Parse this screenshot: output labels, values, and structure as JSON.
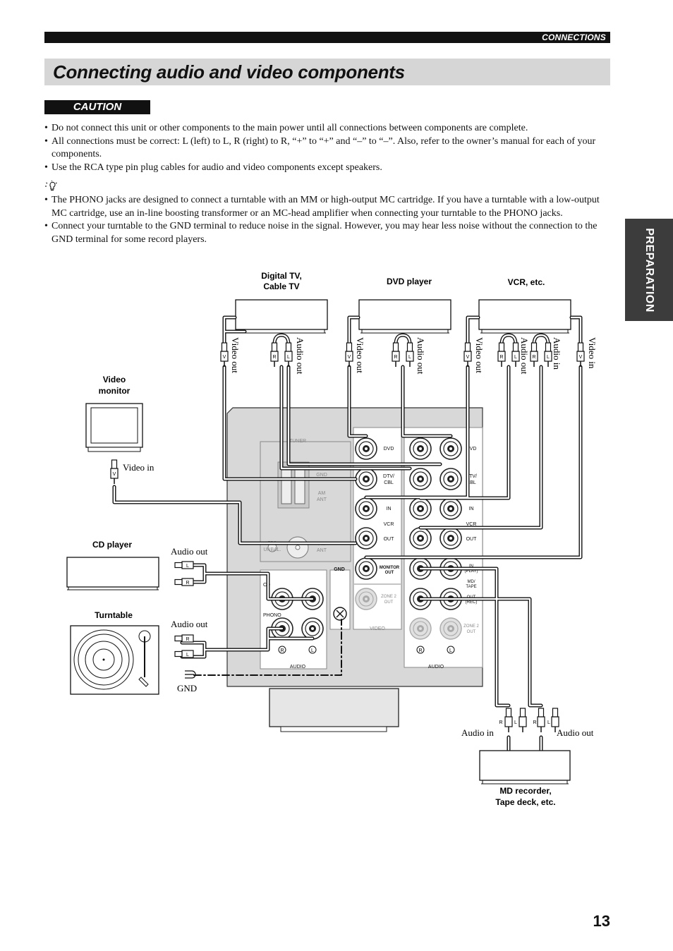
{
  "header": {
    "section": "CONNECTIONS"
  },
  "title": "Connecting audio and video components",
  "caution": {
    "label": "CAUTION",
    "items": [
      "Do not connect this unit or other components to the main power until all connections between components are complete.",
      "All connections must be correct: L (left) to L, R (right) to R, “+” to “+” and “–” to “–”. Also, refer to the owner’s manual for each of your components.",
      "Use the RCA type pin plug cables for audio and video components except speakers."
    ]
  },
  "tip": {
    "icon": "lightbulb-icon",
    "items": [
      "The PHONO jacks are designed to connect a turntable with an MM or high-output MC cartridge. If you have a turntable with a low-output MC cartridge, use an in-line boosting transformer or an MC-head amplifier when connecting your turntable to the PHONO jacks.",
      "Connect your turntable to the GND terminal to reduce noise in the signal. However, you may hear less noise without the connection to the GND terminal for some record players."
    ]
  },
  "side_tab": "PREPARATION",
  "page_number": "13",
  "diagram": {
    "components": {
      "digital_tv": [
        "Digital TV,",
        "Cable TV"
      ],
      "dvd": "DVD player",
      "vcr": "VCR, etc.",
      "video_monitor": [
        "Video",
        "monitor"
      ],
      "cd": "CD player",
      "turntable": "Turntable",
      "md": [
        "MD recorder,",
        "Tape deck, etc."
      ]
    },
    "cable_labels": {
      "video_out": "Video out",
      "audio_out": "Audio out",
      "audio_in": "Audio in",
      "video_in": "Video in",
      "gnd": "GND"
    },
    "plug_letters": {
      "video": "V",
      "right": "R",
      "left": "L"
    },
    "panel": {
      "tuner": "TUNER",
      "gnd_small": "GND",
      "am_ant": [
        "AM",
        "ANT"
      ],
      "unbal": [
        "75Ω",
        "UNBAL."
      ],
      "fm_ant": [
        "FM",
        "ANT"
      ],
      "gnd": "GND",
      "cd": "CD",
      "phono": "PHONO",
      "audio": "AUDIO",
      "video": "VIDEO",
      "dvd": "DVD",
      "dtv_cbl": [
        "DTV/",
        "CBL"
      ],
      "in": "IN",
      "vcr": "VCR",
      "out": "OUT",
      "monitor_out": [
        "MONITOR",
        "OUT"
      ],
      "zone2_out": [
        "ZONE 2",
        "OUT"
      ],
      "in_play": [
        "IN",
        "(PLAY)"
      ],
      "md_tape": [
        "MD/",
        "TAPE"
      ],
      "out_rec": [
        "OUT",
        "(REC)"
      ],
      "r_mark": "R",
      "l_mark": "L"
    }
  }
}
